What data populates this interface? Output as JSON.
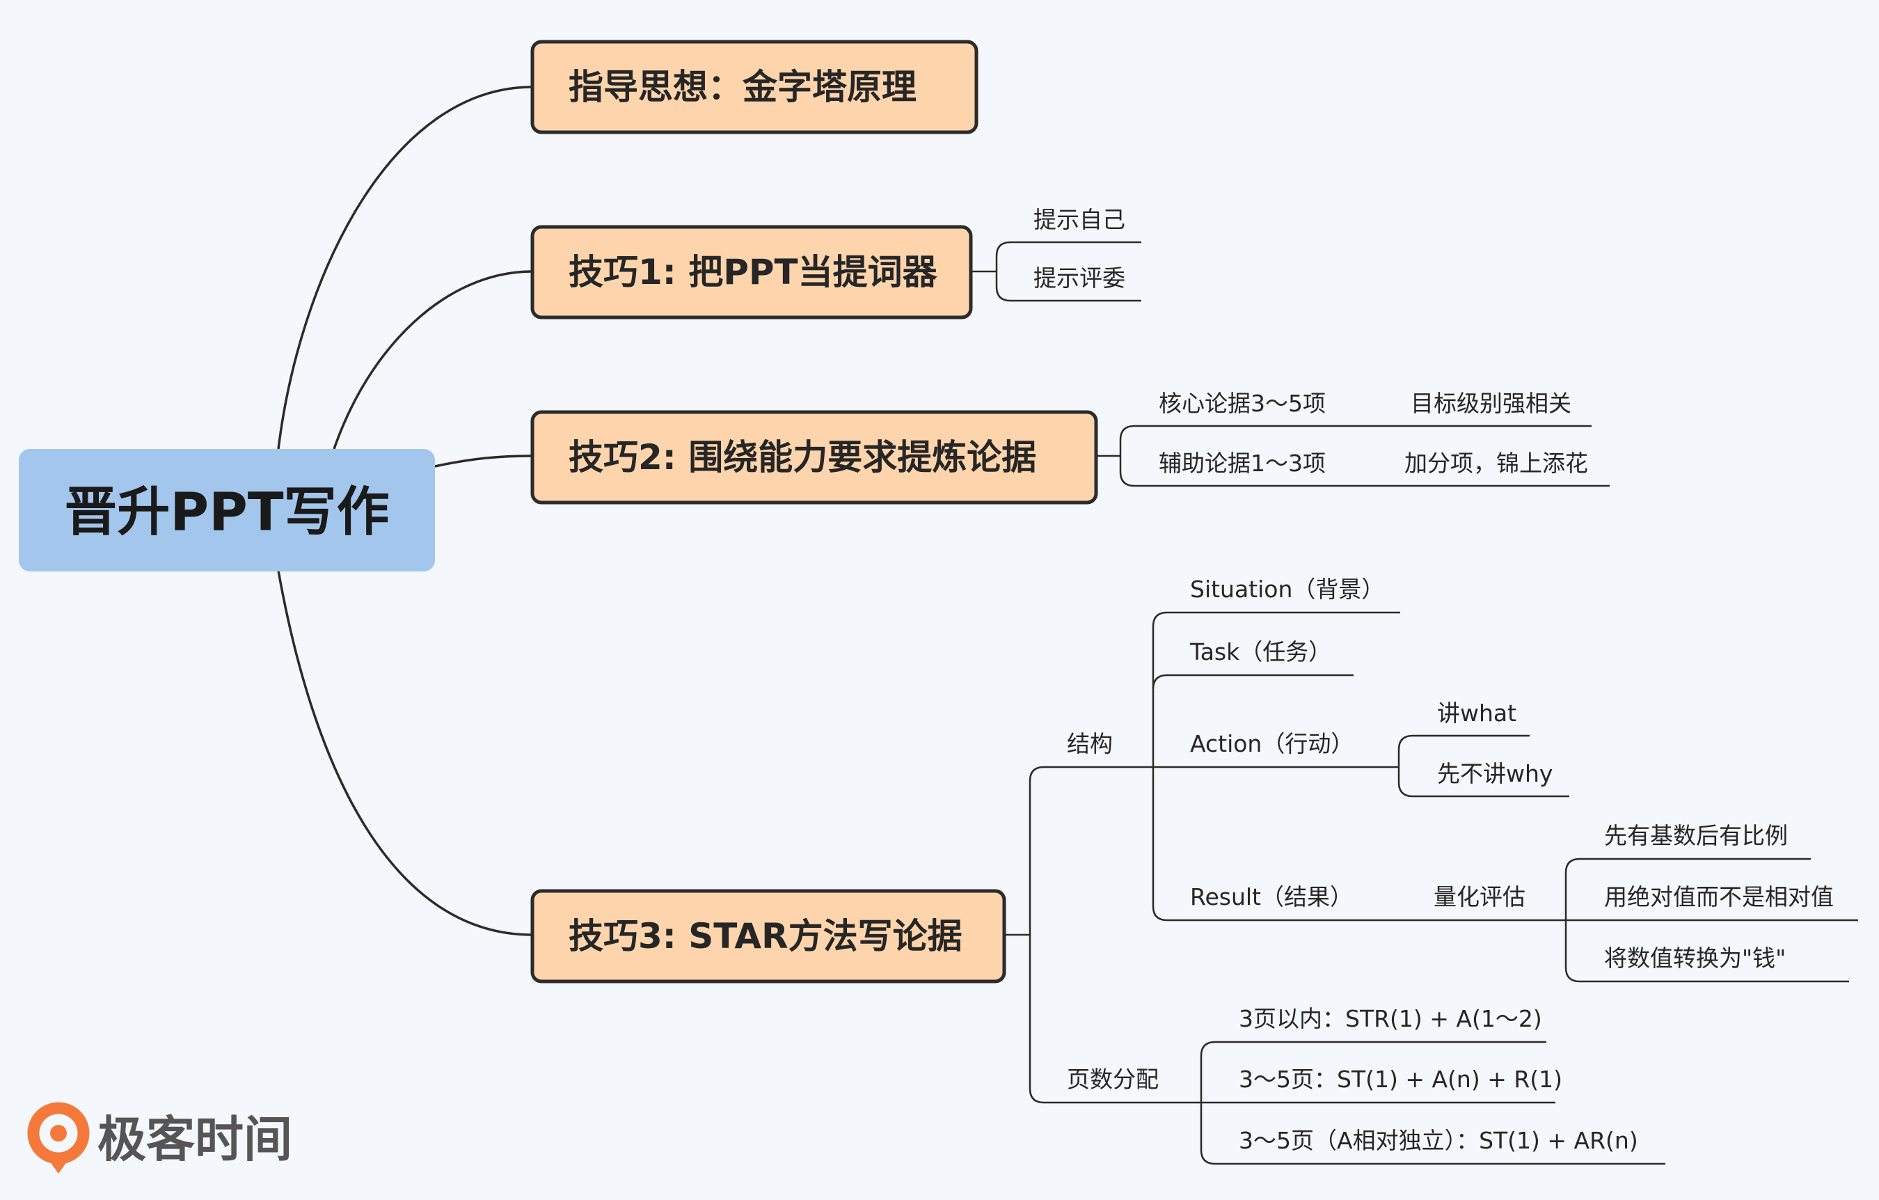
{
  "root": {
    "label": "晋升PPT写作"
  },
  "branches": {
    "b1": {
      "label": "指导思想：金字塔原理"
    },
    "b2": {
      "label": "技巧1: 把PPT当提词器",
      "children": [
        "提示自己",
        "提示评委"
      ]
    },
    "b3": {
      "label": "技巧2: 围绕能力要求提炼论据",
      "children": [
        {
          "label": "核心论据3～5项",
          "child": "目标级别强相关"
        },
        {
          "label": "辅助论据1～3项",
          "child": "加分项，锦上添花"
        }
      ]
    },
    "b4": {
      "label": "技巧3: STAR方法写论据",
      "structure": {
        "label": "结构",
        "situation": "Situation（背景）",
        "task": "Task（任务）",
        "action": {
          "label": "Action（行动）",
          "children": [
            "讲what",
            "先不讲why"
          ]
        },
        "result": {
          "label": "Result（结果）",
          "quant": {
            "label": "量化评估",
            "children": [
              "先有基数后有比例",
              "用绝对值而不是相对值",
              "将数值转换为\"钱\""
            ]
          }
        }
      },
      "pages": {
        "label": "页数分配",
        "children": [
          "3页以内：STR(1) + A(1～2)",
          "3～5页：ST(1) + A(n) + R(1)",
          "3～5页（A相对独立）：ST(1) + AR(n)"
        ]
      }
    }
  },
  "logo": {
    "text": "极客时间",
    "icon": "geektime-logo-icon"
  },
  "colors": {
    "root_fill": "#a3c6ec",
    "branch_fill": "#fdd4ac",
    "line": "#2b2b2b",
    "logo_orange": "#f5793a"
  }
}
